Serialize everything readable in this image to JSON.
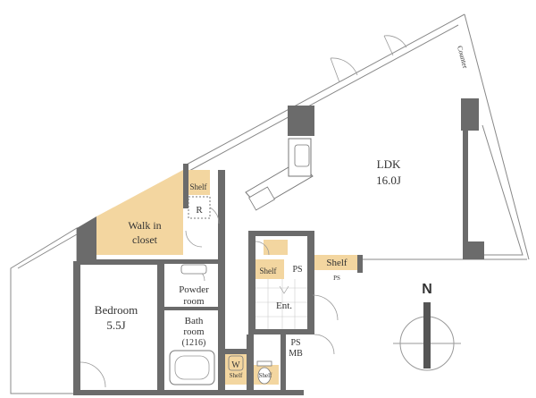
{
  "rooms": {
    "ldk_name": "LDK",
    "ldk_size": "16.0J",
    "walkin_line1": "Walk in",
    "walkin_line2": "closet",
    "bedroom_name": "Bedroom",
    "bedroom_size": "5.5J",
    "powder_line1": "Powder",
    "powder_line2": "room",
    "bath_line1": "Bath",
    "bath_line2": "room",
    "bath_line3": "(1216)",
    "entrance": "Ent."
  },
  "fixtures": {
    "shelf_upper": "Shelf",
    "refrigerator": "R",
    "shelf_entrance": "Shelf",
    "ps_entrance": "PS",
    "shelf_hall": "Shelf",
    "ps_small": "PS",
    "ps_mb_line1": "PS",
    "ps_mb_line2": "MB",
    "washer_line1": "W",
    "washer_line2": "Shelf",
    "shelf_toilet": "Shelf",
    "counter": "Counter"
  },
  "compass": {
    "north_label": "N"
  },
  "colors": {
    "wall": "#6b6b6b",
    "closet_fill": "#f3d6a0",
    "line": "#888888"
  }
}
